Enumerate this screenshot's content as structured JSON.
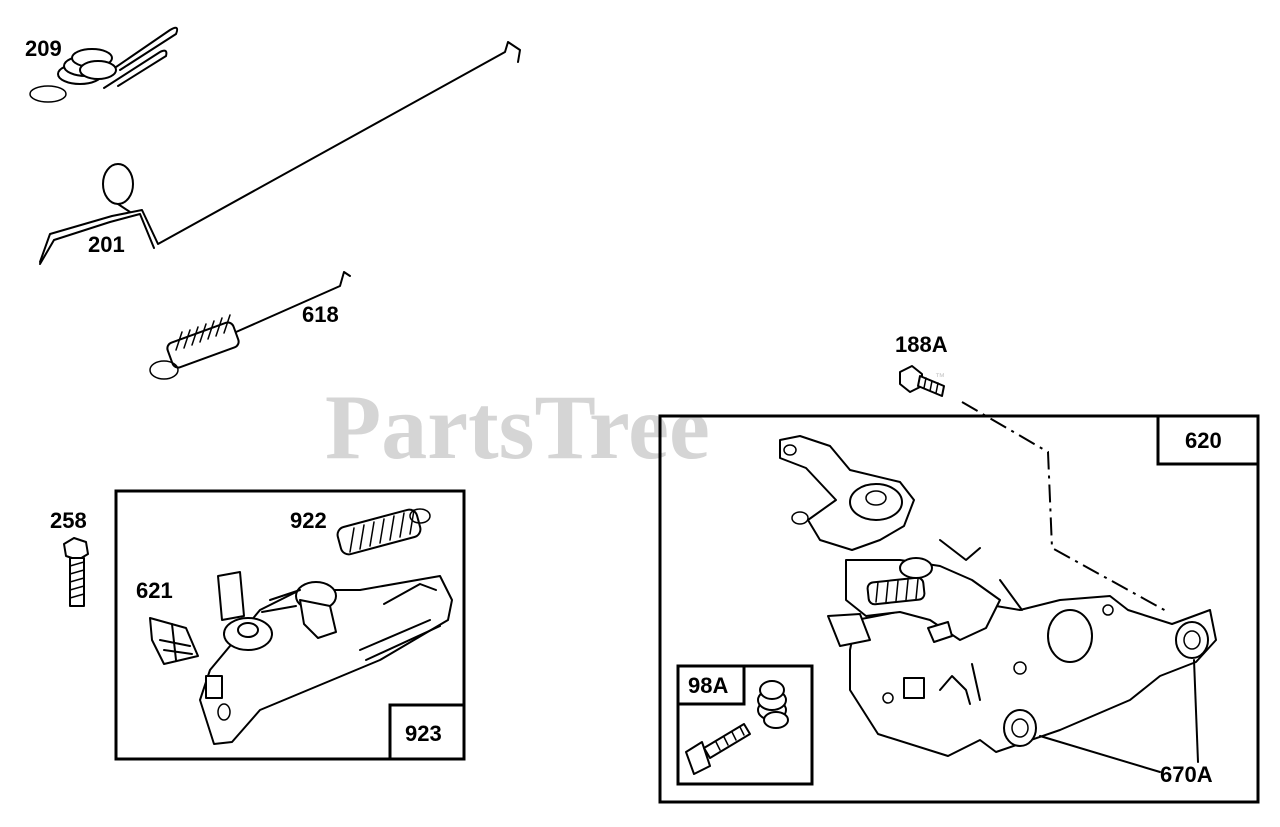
{
  "watermark": {
    "text": "PartsTree",
    "trademark": "™"
  },
  "labels": {
    "p209": "209",
    "p201": "201",
    "p618": "618",
    "p188A": "188A",
    "p620": "620",
    "p258": "258",
    "p922": "922",
    "p621": "621",
    "p923": "923",
    "p98A": "98A",
    "p670A": "670A"
  }
}
